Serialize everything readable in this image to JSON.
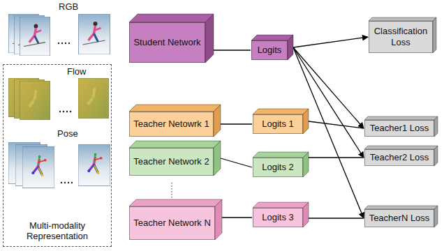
{
  "diagram": {
    "nodes": [
      {
        "text": [
          "Student Network"
        ]
      },
      {
        "text": [
          "Logits"
        ]
      },
      {
        "text": [
          "Classification Loss"
        ]
      },
      {
        "text": [
          "Multi-modality Representation"
        ]
      },
      {
        "text": [
          "Teacher Netowrk 1"
        ]
      },
      {
        "text": [
          "Logits 1"
        ]
      },
      {
        "text": [
          "Teacher1 Loss"
        ]
      },
      {
        "text": [
          "Teacher Network 2"
        ]
      },
      {
        "text": [
          "Logits 2"
        ]
      },
      {
        "text": [
          "Teacher2 Loss"
        ]
      },
      {
        "text": [
          "Teacher Network N"
        ]
      },
      {
        "text": [
          "Logits 3"
        ]
      },
      {
        "text": [
          "TeacherN Loss"
        ]
      }
    ],
    "edges": [
      {
        "from": 0,
        "to": 1,
        "arrow": "none"
      },
      {
        "from": 1,
        "to": 2,
        "arrow": "to"
      },
      {
        "from": 1,
        "to": 6,
        "arrow": "to"
      },
      {
        "from": 1,
        "to": 9,
        "arrow": "to"
      },
      {
        "from": 1,
        "to": 12,
        "arrow": "to"
      },
      {
        "from": 4,
        "to": 5,
        "arrow": "none"
      },
      {
        "from": 5,
        "to": 6,
        "arrow": "none"
      },
      {
        "from": 7,
        "to": 8,
        "arrow": "none"
      },
      {
        "from": 8,
        "to": 9,
        "arrow": "none"
      },
      {
        "from": 10,
        "to": 11,
        "arrow": "none"
      },
      {
        "from": 11,
        "to": 12,
        "arrow": "none"
      }
    ],
    "labels": [
      "RGB",
      "Flow",
      "Pose"
    ]
  }
}
